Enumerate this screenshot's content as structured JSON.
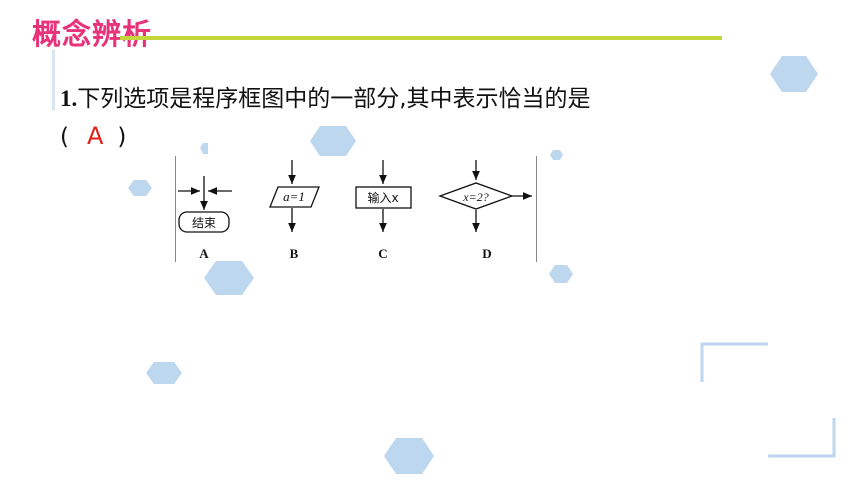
{
  "section_title": "概念辨析",
  "question": {
    "number": "1.",
    "text": "下列选项是程序框图中的一部分,其中表示恰当的是",
    "paren_open": "(",
    "answer": "A",
    "paren_close": ")"
  },
  "figure": {
    "options": [
      {
        "label": "A",
        "box_text": "结束",
        "shape": "terminal"
      },
      {
        "label": "B",
        "box_text": "a=1",
        "shape": "parallelogram"
      },
      {
        "label": "C",
        "box_text": "输入x",
        "shape": "rectangle"
      },
      {
        "label": "D",
        "box_text": "x=2?",
        "shape": "diamond"
      }
    ]
  },
  "colors": {
    "title": "#e8327a",
    "title_underline": "#c5d63a",
    "answer": "#e0211b",
    "hexagon": "#bdd7ee",
    "bracket": "#d8e6f3"
  }
}
